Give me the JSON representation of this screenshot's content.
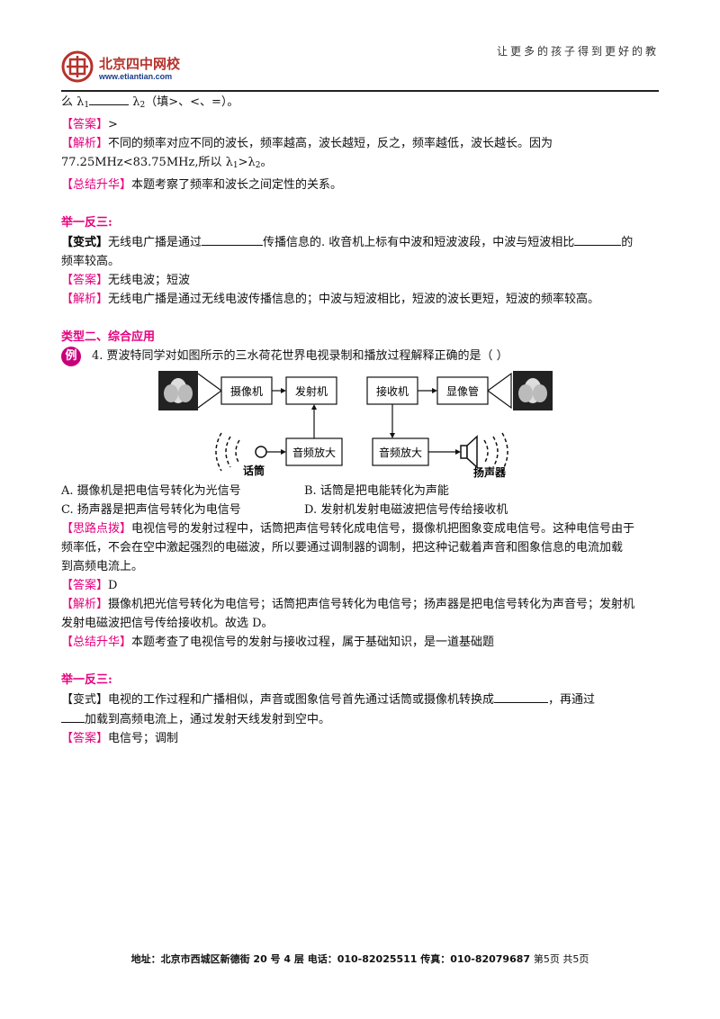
{
  "header": {
    "logo_cn": "北京四中网校",
    "logo_url": "www.etiantian.com",
    "slogan": "让更多的孩子得到更好的教"
  },
  "q_prev": {
    "line1_a": "么 λ",
    "line1_sub1": "1",
    "line1_b": " λ",
    "line1_sub2": "2",
    "line1_c": "（填>、<、=）。",
    "answer_tag": "【答案】",
    "answer": ">",
    "analysis_tag": "【解析】",
    "analysis_1": "不同的频率对应不同的波长，频率越高，波长越短，反之，频率越低，波长越长。因为",
    "analysis_2a": "77.25MHz<83.75MHz,所以 λ",
    "analysis_2b": ">λ",
    "analysis_2c": "。",
    "sub1": "1",
    "sub2": "2",
    "summary_tag": "【总结升华】",
    "summary": "本题考察了频率和波长之间定性的关系。"
  },
  "variant1": {
    "heading": "举一反三:",
    "tag": "【变式】",
    "text_a": "无线电广播是通过",
    "text_b": "传播信息的. 收音机上标有中波和短波波段，中波与短波相比",
    "text_c": "的",
    "text_d": "频率较高。",
    "answer_tag": "【答案】",
    "answer": "无线电波；短波",
    "analysis_tag": "【解析】",
    "analysis": "无线电广播是通过无线电波传播信息的；中波与短波相比，短波的波长更短，短波的频率较高。"
  },
  "type2": {
    "heading": "类型二、综合应用",
    "badge": "例",
    "question": "4. 贾波特同学对如图所示的三水荷花世界电视录制和播放过程解释正确的是（     ）",
    "diagram": {
      "camera": "摄像机",
      "transmitter": "发射机",
      "receiver": "接收机",
      "display": "显像管",
      "amp1": "音频放大",
      "amp2": "音频放大",
      "mic": "话筒",
      "speaker": "扬声器"
    },
    "option_a": "A. 摄像机是把电信号转化为光信号",
    "option_b": "B. 话筒是把电能转化为声能",
    "option_c": "C. 扬声器是把声信号转化为电信号",
    "option_d": "D. 发射机发射电磁波把信号传给接收机",
    "hint_tag": "【思路点拨】",
    "hint_1": "电视信号的发射过程中，话筒把声信号转化成电信号，摄像机把图象变成电信号。这种电信号由于",
    "hint_2": "频率低，不会在空中激起强烈的电磁波，所以要通过调制器的调制，把这种记载着声音和图象信息的电流加载",
    "hint_3": "到高频电流上。",
    "answer_tag": "【答案】",
    "answer": "D",
    "analysis_tag": "【解析】",
    "analysis_1": "摄像机把光信号转化为电信号；话筒把声信号转化为电信号；扬声器是把电信号转化为声音号；发射机",
    "analysis_2": "发射电磁波把信号传给接收机。故选 D。",
    "summary_tag": "【总结升华】",
    "summary": "本题考查了电视信号的发射与接收过程，属于基础知识，是一道基础题"
  },
  "variant2": {
    "heading": "举一反三:",
    "tag": "【变式】",
    "text_a": "电视的工作过程和广播相似，声音或图象信号首先通过话筒或摄像机转换成",
    "text_b": "，再通过",
    "text_c": "加载到高频电流上，通过发射天线发射到空中。",
    "answer_tag": "【答案】",
    "answer": "电信号；调制"
  },
  "footer": {
    "address": "地址：北京市西城区新德街 20 号 4 层  电话：010-82025511  传真：010-82079687",
    "page": "第5页  共5页"
  },
  "colors": {
    "accent": "#e5007e",
    "logo_red": "#b5322c",
    "logo_blue": "#1a3c8a"
  }
}
